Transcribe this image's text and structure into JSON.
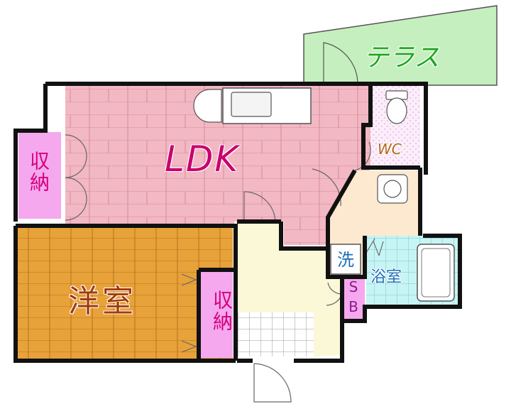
{
  "plan": {
    "rooms": {
      "ldk": "LDK",
      "terrace": "テラス",
      "wc": "WC",
      "western_room": "洋室",
      "closet_ldk": "収納",
      "closet_western": "収納",
      "washroom": "洗",
      "bathroom": "浴室",
      "shoe_box": "SB"
    },
    "colors": {
      "ldk_floor": "#f2b8c4",
      "western_floor": "#e8a23a",
      "closet": "#f5a8ee",
      "terrace": "#c6efbf",
      "wc": "#fbeefa",
      "hall": "#fbf8d8",
      "washroom": "#fde9cf",
      "bathroom": "#c7f4f4",
      "wall": "#111111"
    }
  }
}
